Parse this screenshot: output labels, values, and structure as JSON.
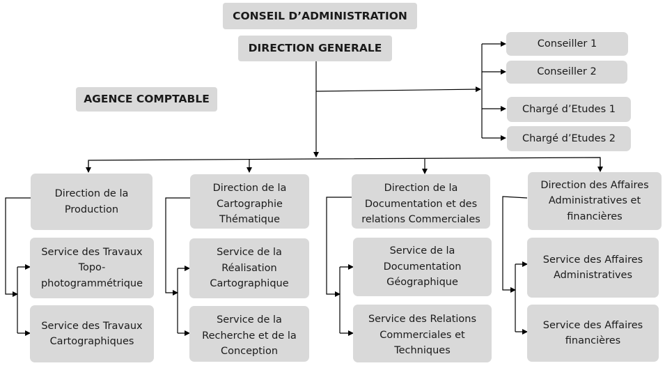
{
  "top": {
    "conseil": "CONSEIL D’ADMINISTRATION",
    "direction_generale": "DIRECTION GENERALE",
    "agence_comptable": "AGENCE COMPTABLE"
  },
  "staff": [
    "Conseiller 1",
    "Conseiller 2",
    "Chargé d’Etudes 1",
    "Chargé d’Etudes 2"
  ],
  "columns": [
    {
      "direction": "Direction de la\nProduction",
      "services": [
        "Service des Travaux\nTopo-\nphotogrammétrique",
        "Service des Travaux\nCartographiques"
      ]
    },
    {
      "direction": "Direction de la\nCartographie\nThématique",
      "services": [
        "Service de la\nRéalisation\nCartographique",
        "Service de la\nRecherche et de la\nConception"
      ]
    },
    {
      "direction": "Direction de la\nDocumentation et des\nrelations Commerciales",
      "services": [
        "Service de la\nDocumentation\nGéographique",
        "Service des Relations\nCommerciales et\nTechniques"
      ]
    },
    {
      "direction": "Direction des Affaires\nAdministratives et\nfinancières",
      "services": [
        "Service des Affaires\nAdministratives",
        "Service des Affaires\nfinancières"
      ]
    }
  ],
  "colors": {
    "box_fill": "#d9d9d9",
    "line": "#000000"
  }
}
